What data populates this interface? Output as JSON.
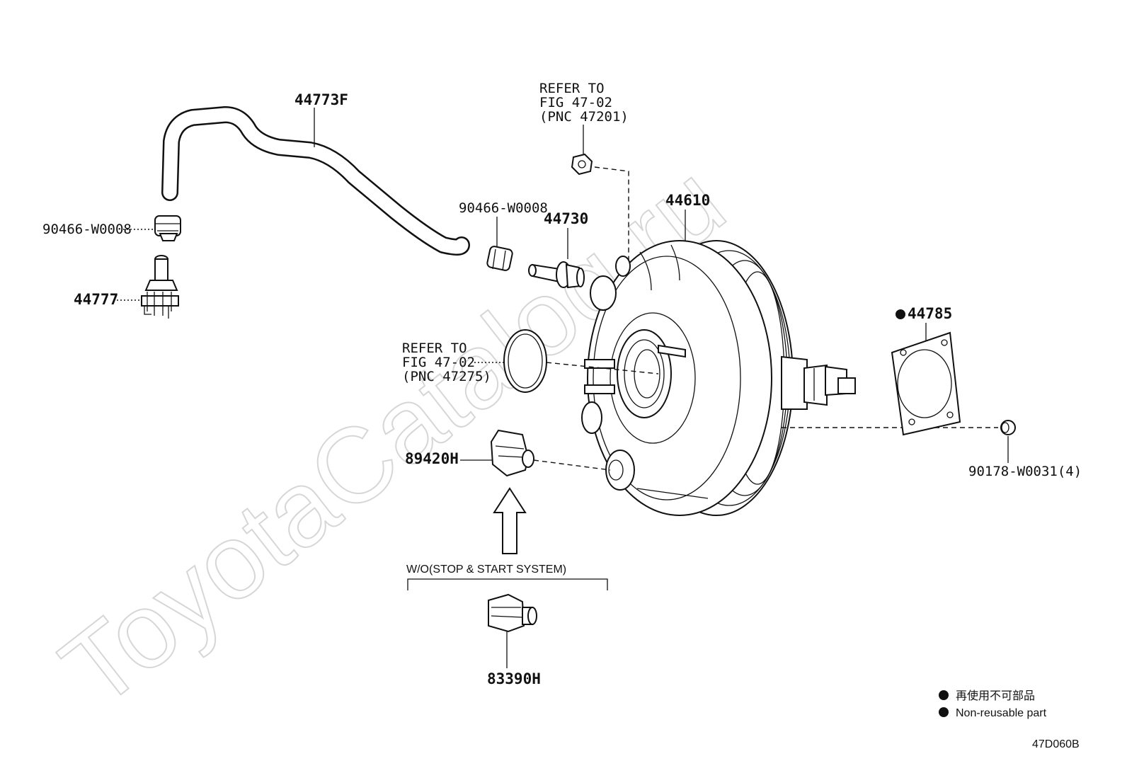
{
  "watermark": "ToyotaCatalog.ru",
  "parts": {
    "hose": "44773F",
    "clip_left": "90466-W0008",
    "check_valve": "44777",
    "clip_mid": "90466-W0008",
    "union": "44730",
    "booster": "44610",
    "gasket": "44785",
    "nut": "90178-W0031(4)",
    "sensor": "89420H",
    "plug": "83390H"
  },
  "refer_top": [
    "REFER TO",
    "FIG 47-02",
    "(PNC 47201)"
  ],
  "refer_mid": [
    "REFER TO",
    "FIG 47-02",
    "(PNC 47275)"
  ],
  "variant_note": "W/O(STOP & START SYSTEM)",
  "legend": {
    "jp": "再使用不可部品",
    "en": "Non-reusable part"
  },
  "figure_code": "47D060B",
  "colors": {
    "line": "#111111",
    "watermark": "#d6d6d6"
  }
}
